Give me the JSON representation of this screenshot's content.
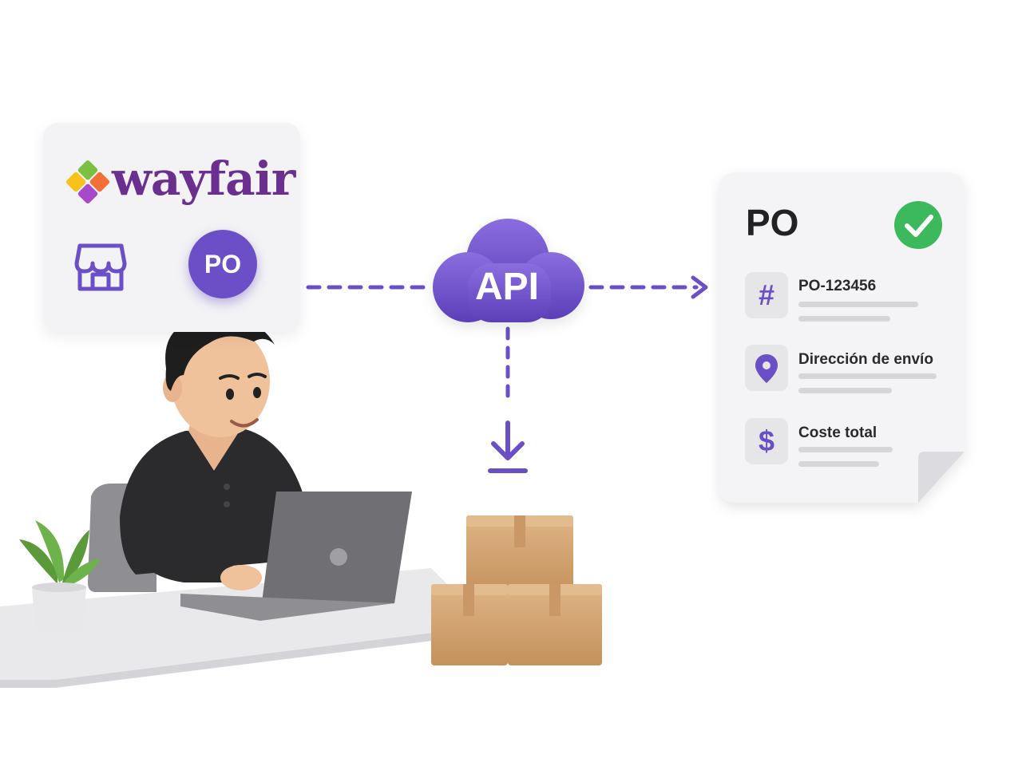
{
  "source": {
    "brand": "wayfair",
    "po_badge": "PO",
    "store_icon": "store-icon"
  },
  "api": {
    "label": "API",
    "cloud_icon": "cloud-icon",
    "download_icon": "download-icon"
  },
  "po_document": {
    "title": "PO",
    "status_icon": "check-circle-icon",
    "fields": [
      {
        "icon": "hash-icon",
        "icon_glyph": "#",
        "label": "PO-123456"
      },
      {
        "icon": "location-pin-icon",
        "icon_glyph": "",
        "label": "Dirección de envío"
      },
      {
        "icon": "dollar-icon",
        "icon_glyph": "$",
        "label": "Coste total"
      }
    ]
  },
  "colors": {
    "accent": "#6a4fc6",
    "brand_purple": "#6b2f8f",
    "success": "#3cb95c",
    "card_bg": "#f3f3f5",
    "box": "#d2a470"
  }
}
